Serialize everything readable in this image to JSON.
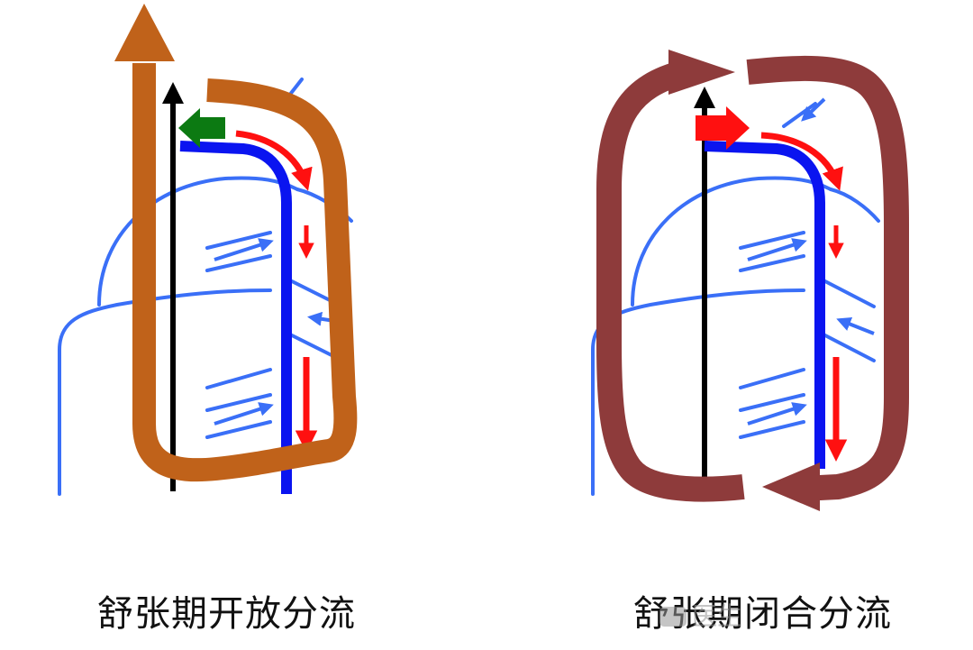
{
  "panels": [
    {
      "id": "open",
      "caption": "舒张期开放分流",
      "loop_color": "#C0621A"
    },
    {
      "id": "closed",
      "caption": "舒张期闭合分流",
      "loop_color": "#8E3B3B"
    }
  ],
  "watermark": {
    "text": "医生"
  },
  "colors": {
    "blue_outline": "#3A6FF7",
    "blue_thick": "#0A14F0",
    "red_arrow": "#FF1010",
    "green_arrow": "#0C7A12",
    "black_axis": "#000000"
  },
  "icons": [
    "up-arrow-icon",
    "curved-arrow-icon",
    "flow-arrow-icon"
  ]
}
